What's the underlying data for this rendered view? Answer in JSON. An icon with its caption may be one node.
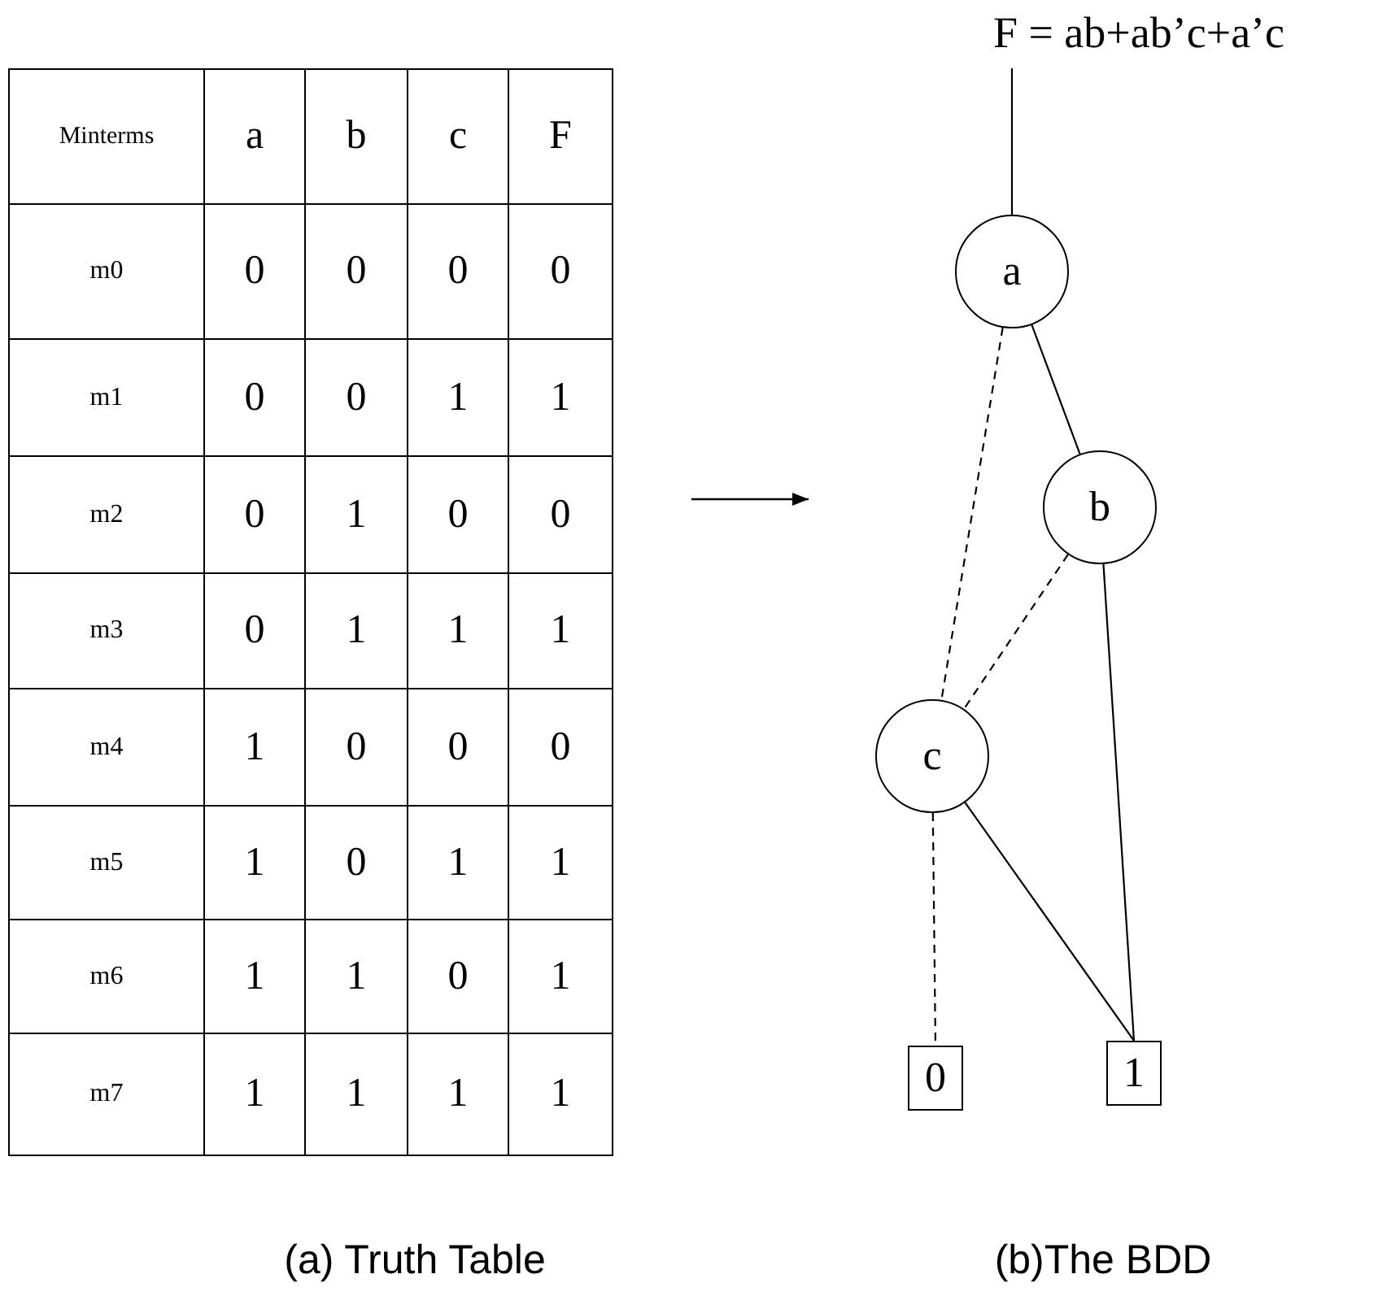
{
  "diagram": {
    "nodes": [
      {
        "text": [
          "F = ab+ab’c+a’c"
        ]
      },
      {
        "text": [
          "a"
        ]
      },
      {
        "text": [
          "b"
        ]
      },
      {
        "text": [
          "c"
        ]
      },
      {
        "text": [
          "0"
        ]
      },
      {
        "text": [
          "1"
        ]
      }
    ],
    "edges": [
      {
        "from": 0,
        "to": 1,
        "arrow": "none"
      },
      {
        "from": 1,
        "to": 3,
        "arrow": "none",
        "style": "dashed"
      },
      {
        "from": 1,
        "to": 2,
        "arrow": "none"
      },
      {
        "from": 2,
        "to": 3,
        "arrow": "none",
        "style": "dashed"
      },
      {
        "from": 2,
        "to": 5,
        "arrow": "none"
      },
      {
        "from": 3,
        "to": 4,
        "arrow": "none",
        "style": "dashed"
      },
      {
        "from": 3,
        "to": 5,
        "arrow": "none"
      }
    ],
    "labels": [
      "Minterms",
      "a",
      "b",
      "c",
      "F",
      "m0",
      "0",
      "0",
      "0",
      "0",
      "m1",
      "0",
      "0",
      "1",
      "1",
      "m2",
      "0",
      "1",
      "0",
      "0",
      "m3",
      "0",
      "1",
      "1",
      "1",
      "m4",
      "1",
      "0",
      "0",
      "0",
      "m5",
      "1",
      "0",
      "1",
      "1",
      "m6",
      "1",
      "1",
      "0",
      "1",
      "m7",
      "1",
      "1",
      "1",
      "1",
      "(a) Truth Table",
      "(b)The BDD"
    ]
  }
}
